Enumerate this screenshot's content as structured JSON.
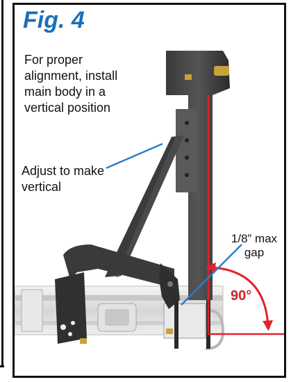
{
  "figure": {
    "title": "Fig. 4",
    "caption": "For proper\nalignment, install\nmain body in a\nvertical position",
    "adjust_note": "Adjust to make\nvertical",
    "gap_note": "1/8” max\ngap",
    "angle": "90°"
  },
  "colors": {
    "title_blue": "#1c6fb8",
    "callout_blue": "#2a7ec6",
    "guide_red": "#e0222c",
    "frame_dark": "#2e2e2e",
    "bracket_gold": "#c9a23a"
  },
  "icons": {
    "angle_arrow": "curved-arrow-icon",
    "callout_lines": "leader-line"
  }
}
